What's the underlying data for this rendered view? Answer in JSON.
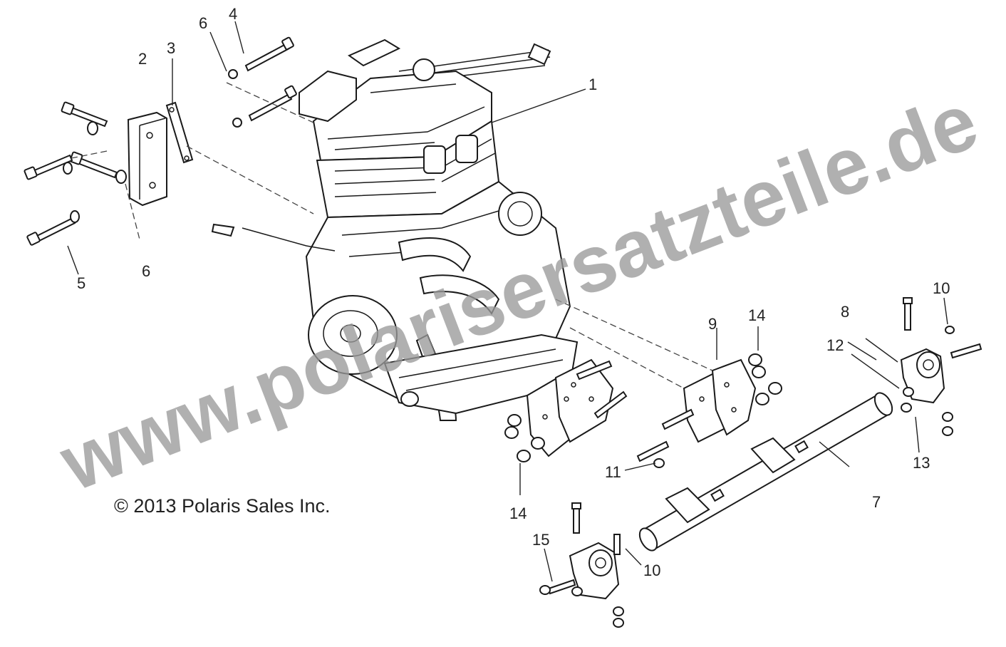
{
  "copyright": "© 2013 Polaris Sales Inc.",
  "watermark": "www.polarisersatzteile.de",
  "callouts": {
    "c1": "1",
    "c2": "2",
    "c3": "3",
    "c4": "4",
    "c5": "5",
    "c6a": "6",
    "c6b": "6",
    "c7": "7",
    "c8": "8",
    "c9": "9",
    "c10a": "10",
    "c10b": "10",
    "c11": "11",
    "c12": "12",
    "c13": "13",
    "c14a": "14",
    "c14b": "14",
    "c15": "15"
  }
}
